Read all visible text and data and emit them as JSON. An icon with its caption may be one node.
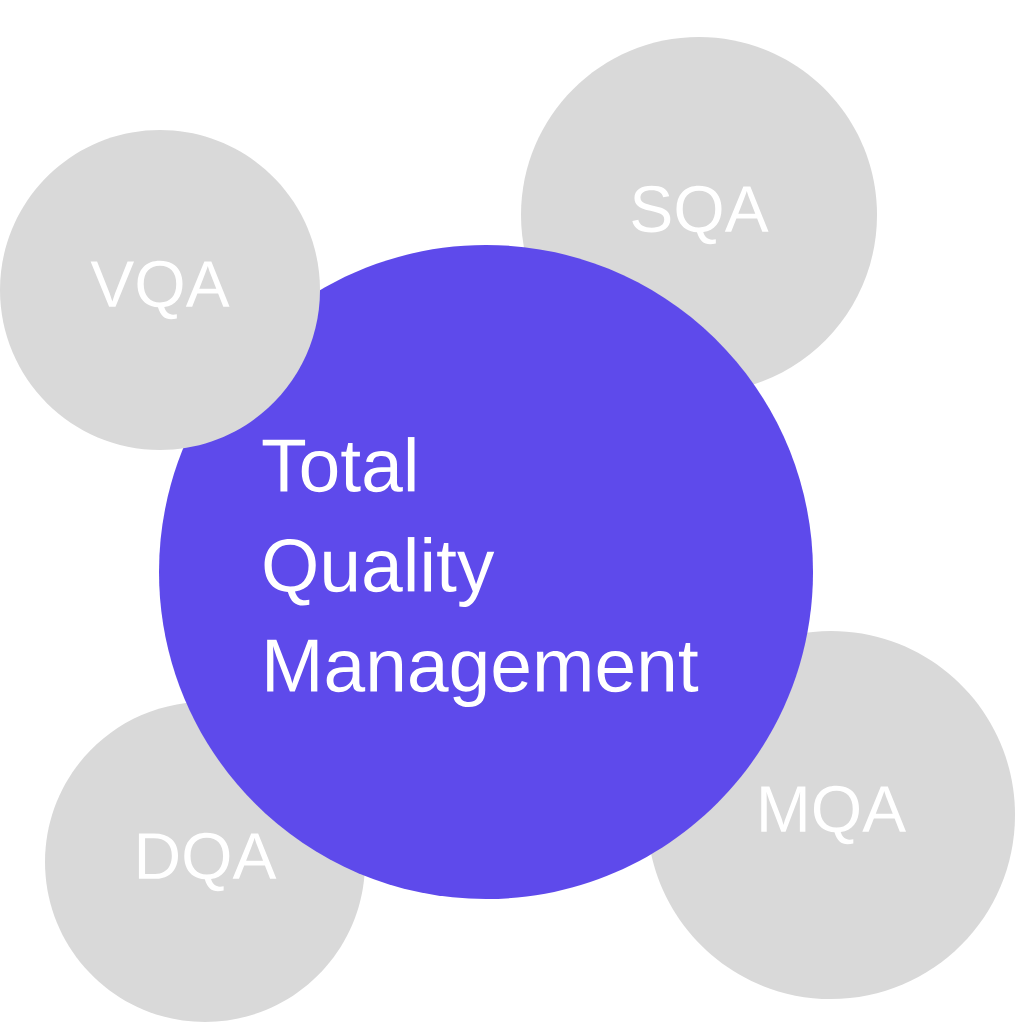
{
  "diagram": {
    "nodes": [
      {
        "text": [
          "SQA"
        ]
      },
      {
        "text": [
          "VQA"
        ]
      },
      {
        "text": [
          "Total Quality Management"
        ]
      },
      {
        "text": [
          "MQA"
        ]
      },
      {
        "text": [
          "DQA"
        ]
      }
    ]
  }
}
